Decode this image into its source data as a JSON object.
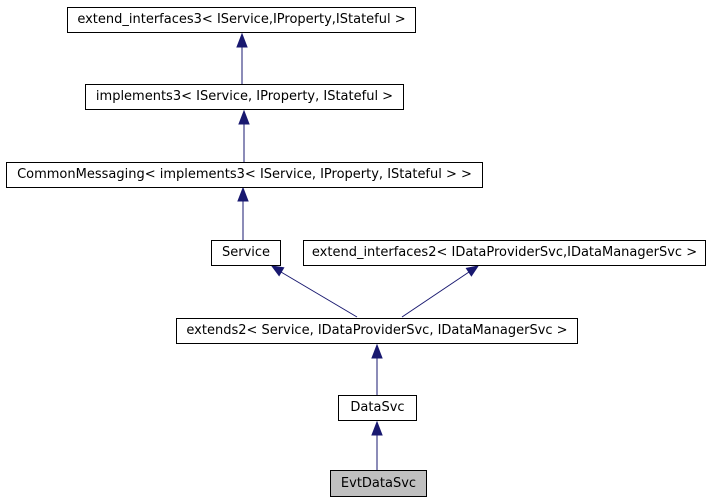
{
  "diagram": {
    "kind": "class-inheritance-graph",
    "colors": {
      "arrow": "#191970",
      "node_border": "#000000",
      "node_fill": "#ffffff",
      "current_node_fill": "#c0c0c0",
      "text": "#000000",
      "background": "#ffffff"
    },
    "nodes": [
      {
        "id": "extend_interfaces3",
        "label": "extend_interfaces3< IService,IProperty,IStateful >",
        "current": false
      },
      {
        "id": "implements3",
        "label": "implements3< IService, IProperty, IStateful >",
        "current": false
      },
      {
        "id": "CommonMessaging",
        "label": "CommonMessaging< implements3< IService, IProperty, IStateful > >",
        "current": false
      },
      {
        "id": "Service",
        "label": "Service",
        "current": false
      },
      {
        "id": "extend_interfaces2",
        "label": "extend_interfaces2< IDataProviderSvc,IDataManagerSvc >",
        "current": false
      },
      {
        "id": "extends2",
        "label": "extends2< Service, IDataProviderSvc, IDataManagerSvc >",
        "current": false
      },
      {
        "id": "DataSvc",
        "label": "DataSvc",
        "current": false
      },
      {
        "id": "EvtDataSvc",
        "label": "EvtDataSvc",
        "current": true
      }
    ],
    "edges": [
      {
        "from": "implements3",
        "to": "extend_interfaces3",
        "style": "solid-inheritance"
      },
      {
        "from": "CommonMessaging",
        "to": "implements3",
        "style": "solid-inheritance"
      },
      {
        "from": "Service",
        "to": "CommonMessaging",
        "style": "solid-inheritance"
      },
      {
        "from": "extends2",
        "to": "Service",
        "style": "solid-inheritance"
      },
      {
        "from": "extends2",
        "to": "extend_interfaces2",
        "style": "solid-inheritance"
      },
      {
        "from": "DataSvc",
        "to": "extends2",
        "style": "solid-inheritance"
      },
      {
        "from": "EvtDataSvc",
        "to": "DataSvc",
        "style": "solid-inheritance"
      }
    ]
  }
}
